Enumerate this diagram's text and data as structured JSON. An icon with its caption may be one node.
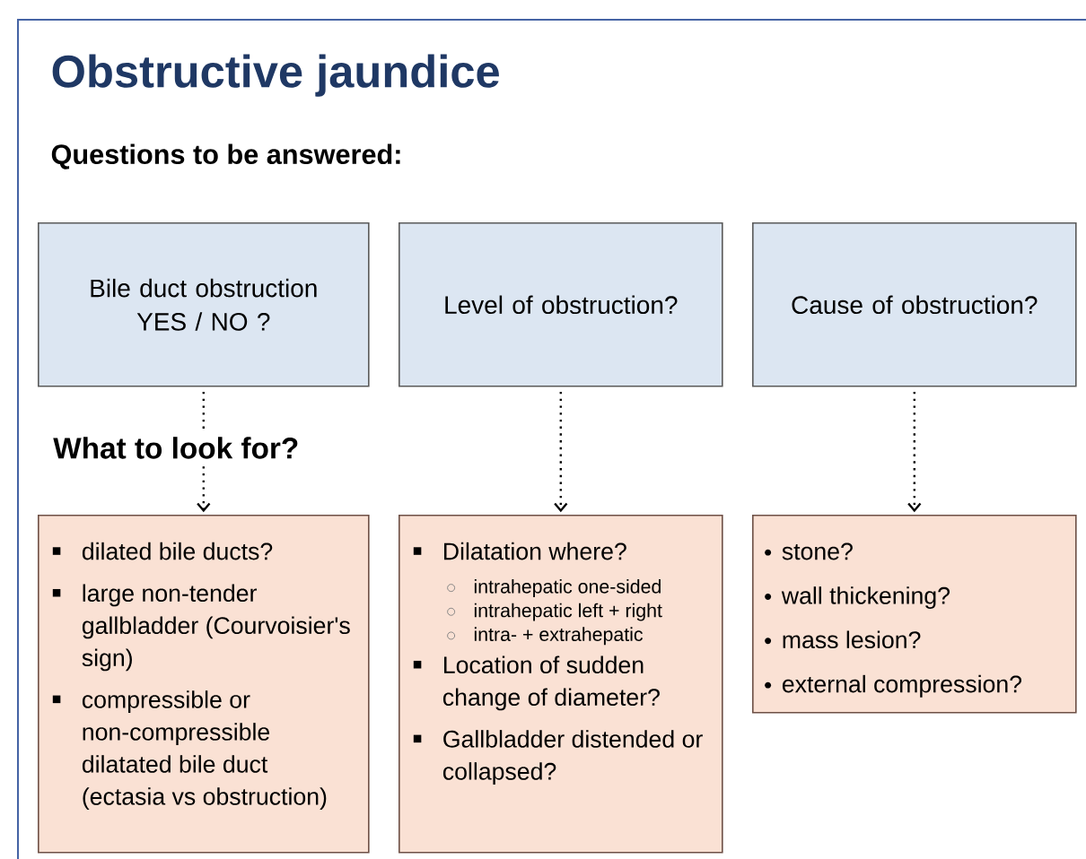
{
  "diagram": {
    "title": "Obstructive jaundice",
    "nodes": [
      {
        "text": [
          "Bile duct obstruction YES / NO ?"
        ]
      },
      {
        "text": [
          "Level of obstruction?"
        ]
      },
      {
        "text": [
          "Cause of obstruction?"
        ]
      },
      {
        "text": [
          "dilated bile ducts?",
          "large non-tender gallbladder (Courvoisier's sign)",
          "compressible or non-compressible dilatated bile duct (ectasia vs obstruction)"
        ]
      },
      {
        "text": [
          "Dilatation where?",
          "intrahepatic one-sided",
          "intrahepatic left + right",
          "intra- + extrahepatic",
          "Location of sudden change of diameter?",
          "Gallbladder distended or collapsed?"
        ]
      },
      {
        "text": [
          "stone?",
          "wall thickening?",
          "mass lesion?",
          "external compression?"
        ]
      },
      {
        "text": [
          "What to look for?"
        ]
      }
    ],
    "edges": [
      {
        "from": 0,
        "to": 6,
        "arrow": "none"
      },
      {
        "from": 6,
        "to": 3,
        "arrow": "to"
      },
      {
        "from": 1,
        "to": 4,
        "arrow": "to"
      },
      {
        "from": 2,
        "to": 5,
        "arrow": "to"
      }
    ],
    "labels": [
      "Questions to be answered:"
    ]
  }
}
